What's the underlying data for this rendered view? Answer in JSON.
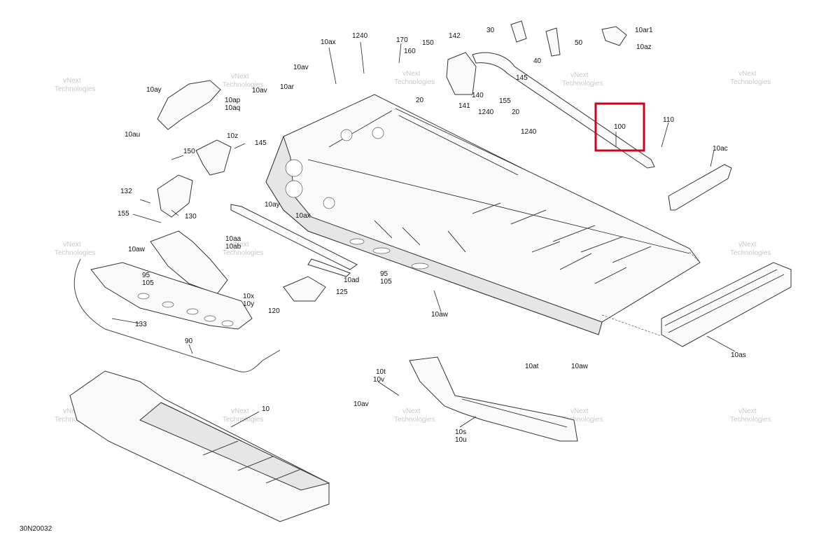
{
  "diagram_id": "30N20032",
  "highlight_color": "#d0021b",
  "watermark_text_1": "vNext",
  "watermark_text_2": "Technologies",
  "callouts": {
    "c10ax_a": "10ax",
    "c1240_a": "1240",
    "c170": "170",
    "c150_a": "150",
    "c142": "142",
    "c30": "30",
    "c10ar1": "10ar1",
    "c160": "160",
    "c50": "50",
    "c10az": "10az",
    "c40": "40",
    "c145_a": "145",
    "c10av_a": "10av",
    "c10ay": "10ay",
    "c10ar": "10ar",
    "c10av_b": "10av",
    "c20_a": "20",
    "c140": "140",
    "c155_a": "155",
    "c10ap": "10ap",
    "c10aq": "10aq",
    "c141": "141",
    "c1240_b": "1240",
    "c20_b": "20",
    "c100": "100",
    "c110": "110",
    "c10au": "10au",
    "c10z": "10z",
    "c1240_c": "1240",
    "c145_b": "145",
    "c10ac": "10ac",
    "c150_b": "150",
    "c132": "132",
    "c10ay_b": "10ay",
    "c155_b": "155",
    "c130": "130",
    "c10ax_b": "10ax",
    "c10aa": "10aa",
    "c10ab": "10ab",
    "c10aw_a": "10aw",
    "c95_a": "95",
    "c105_a": "105",
    "c95_b": "95",
    "c105_b": "105",
    "c10ad": "10ad",
    "c125": "125",
    "c10x": "10x",
    "c10y": "10y",
    "c120": "120",
    "c133": "133",
    "c10aw_b": "10aw",
    "c90": "90",
    "c10at": "10at",
    "c10aw_c": "10aw",
    "c10as": "10as",
    "c10t": "10t",
    "c10v": "10v",
    "c10av_c": "10av",
    "c10": "10",
    "c10s": "10s",
    "c10u": "10u"
  }
}
